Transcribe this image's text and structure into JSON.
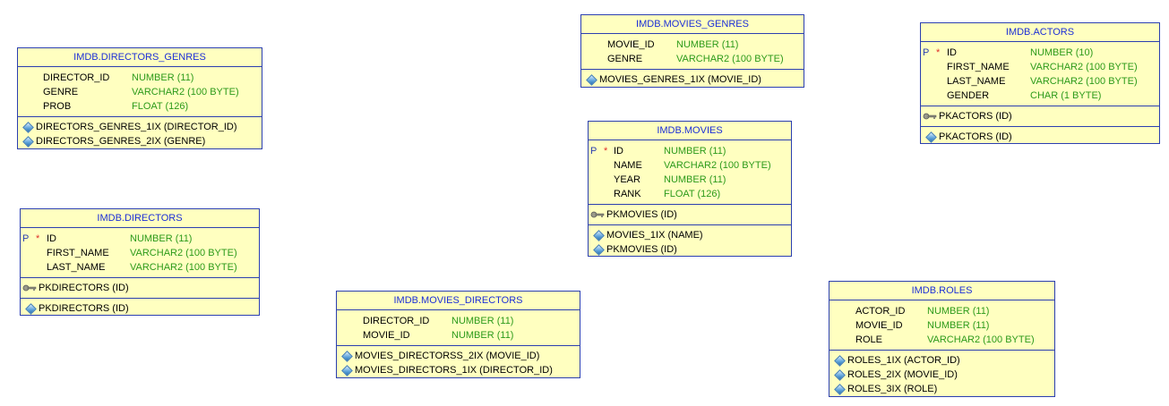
{
  "colors": {
    "title": "#1c2fd6",
    "border": "#2b3fb0",
    "fill": "#ffffc0",
    "type": "#2c9a1a",
    "star": "#e0302a"
  },
  "tables": {
    "directors_genres": {
      "title": "IMDB.DIRECTORS_GENRES",
      "columns": [
        {
          "name": "DIRECTOR_ID",
          "type": "NUMBER (11)"
        },
        {
          "name": "GENRE",
          "type": "VARCHAR2 (100 BYTE)"
        },
        {
          "name": "PROB",
          "type": "FLOAT (126)"
        }
      ],
      "indexes": [
        "DIRECTORS_GENRES_1IX (DIRECTOR_ID)",
        "DIRECTORS_GENRES_2IX (GENRE)"
      ]
    },
    "movies_genres": {
      "title": "IMDB.MOVIES_GENRES",
      "columns": [
        {
          "name": "MOVIE_ID",
          "type": "NUMBER (11)"
        },
        {
          "name": "GENRE",
          "type": "VARCHAR2 (100 BYTE)"
        }
      ],
      "indexes": [
        "MOVIES_GENRES_1IX (MOVIE_ID)"
      ]
    },
    "actors": {
      "title": "IMDB.ACTORS",
      "pk_marker": "P",
      "star": "*",
      "columns": [
        {
          "name": "ID",
          "type": "NUMBER (10)"
        },
        {
          "name": "FIRST_NAME",
          "type": "VARCHAR2 (100 BYTE)"
        },
        {
          "name": "LAST_NAME",
          "type": "VARCHAR2 (100 BYTE)"
        },
        {
          "name": "GENDER",
          "type": "CHAR (1 BYTE)"
        }
      ],
      "keys": [
        "PKACTORS (ID)"
      ],
      "indexes": [
        "PKACTORS (ID)"
      ]
    },
    "movies": {
      "title": "IMDB.MOVIES",
      "pk_marker": "P",
      "star": "*",
      "columns": [
        {
          "name": "ID",
          "type": "NUMBER (11)"
        },
        {
          "name": "NAME",
          "type": "VARCHAR2 (100 BYTE)"
        },
        {
          "name": "YEAR",
          "type": "NUMBER (11)"
        },
        {
          "name": "RANK",
          "type": "FLOAT (126)"
        }
      ],
      "keys": [
        "PKMOVIES (ID)"
      ],
      "indexes": [
        "MOVIES_1IX (NAME)",
        "PKMOVIES (ID)"
      ]
    },
    "directors": {
      "title": "IMDB.DIRECTORS",
      "pk_marker": "P",
      "star": "*",
      "columns": [
        {
          "name": "ID",
          "type": "NUMBER (11)"
        },
        {
          "name": "FIRST_NAME",
          "type": "VARCHAR2 (100 BYTE)"
        },
        {
          "name": "LAST_NAME",
          "type": "VARCHAR2 (100 BYTE)"
        }
      ],
      "keys": [
        "PKDIRECTORS (ID)"
      ],
      "indexes": [
        "PKDIRECTORS (ID)"
      ]
    },
    "movies_directors": {
      "title": "IMDB.MOVIES_DIRECTORS",
      "columns": [
        {
          "name": "DIRECTOR_ID",
          "type": "NUMBER (11)"
        },
        {
          "name": "MOVIE_ID",
          "type": "NUMBER (11)"
        }
      ],
      "indexes": [
        "MOVIES_DIRECTORSS_2IX (MOVIE_ID)",
        "MOVIES_DIRECTORS_1IX (DIRECTOR_ID)"
      ]
    },
    "roles": {
      "title": "IMDB.ROLES",
      "columns": [
        {
          "name": "ACTOR_ID",
          "type": "NUMBER (11)"
        },
        {
          "name": "MOVIE_ID",
          "type": "NUMBER (11)"
        },
        {
          "name": "ROLE",
          "type": "VARCHAR2 (100 BYTE)"
        }
      ],
      "indexes": [
        "ROLES_1IX (ACTOR_ID)",
        "ROLES_2IX (MOVIE_ID)",
        "ROLES_3IX (ROLE)"
      ]
    }
  }
}
